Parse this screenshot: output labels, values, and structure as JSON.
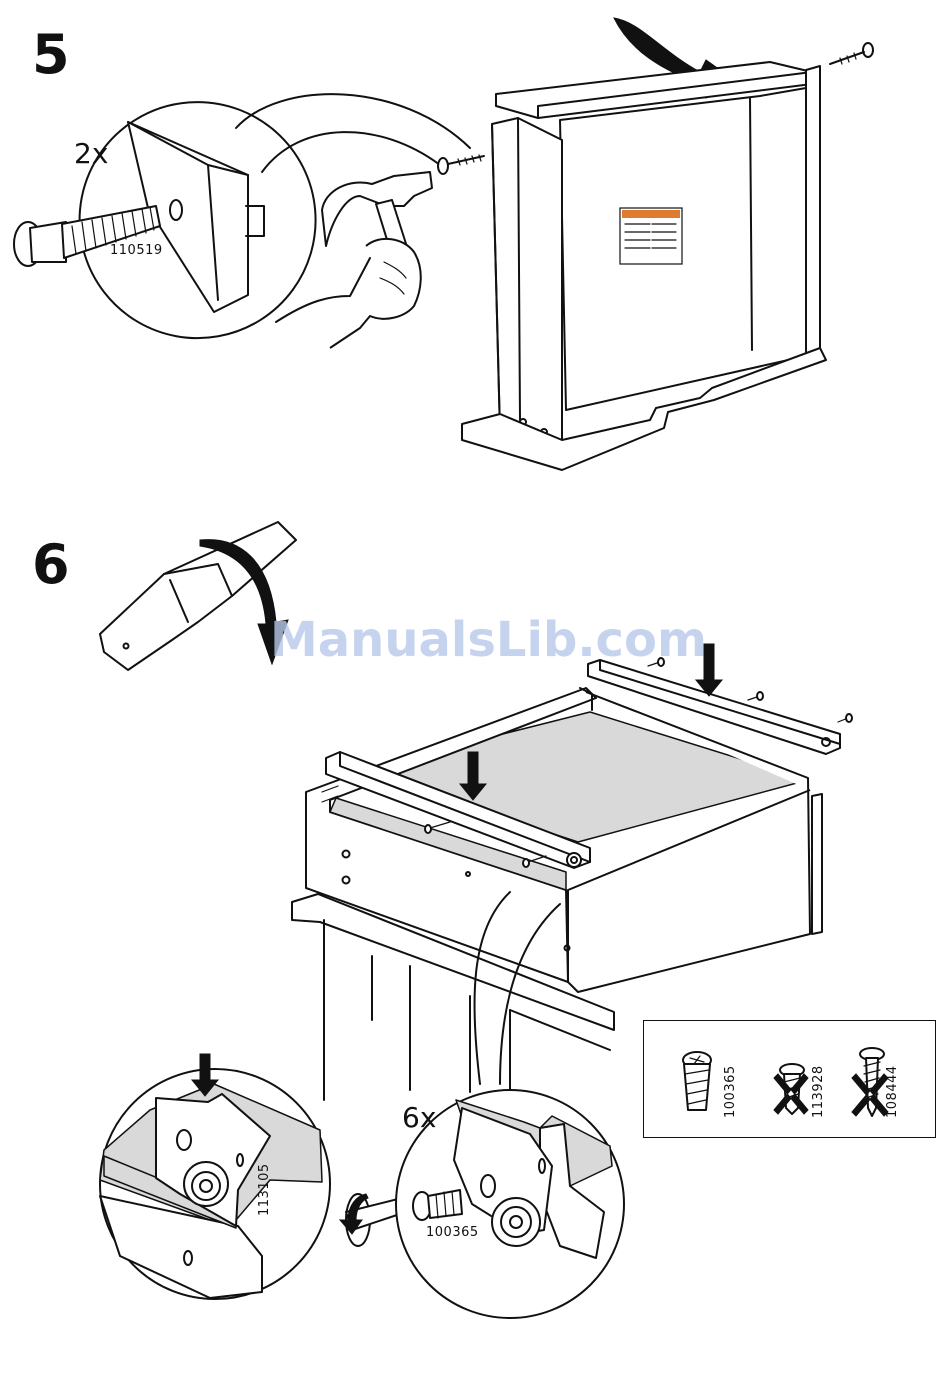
{
  "steps": [
    {
      "number": "5",
      "quantity": "2x",
      "part_code": "110519",
      "icons": [
        "wooden-dowel-icon",
        "hammer-icon",
        "hand-icon",
        "screw-icon",
        "curved-arrow-icon"
      ]
    },
    {
      "number": "6",
      "quantity": "6x",
      "part_code_bracket": "113105",
      "part_code_screw": "100365",
      "icons": [
        "drawer-runner-icon",
        "screwdriver-icon",
        "rotate-arrow-icon",
        "down-arrow-icon"
      ]
    }
  ],
  "screw_legend": [
    {
      "code": "100365",
      "allowed": "yes"
    },
    {
      "code": "113928",
      "allowed": "no"
    },
    {
      "code": "108444",
      "allowed": "no"
    }
  ],
  "watermark": "ManualsLib.com",
  "colors": {
    "line": "#111111",
    "shade": "#d9d9d9",
    "watermark": "#b9c9ea",
    "label_accent": "#e07a2e"
  }
}
